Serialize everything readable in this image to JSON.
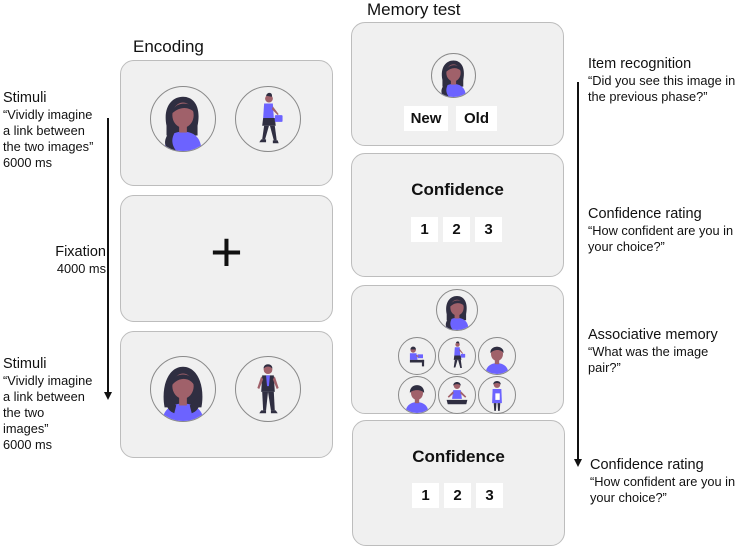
{
  "headings": {
    "encoding": "Encoding",
    "memory_test": "Memory test"
  },
  "left_labels": {
    "stimuli1": {
      "title": "Stimuli",
      "lines": [
        "“Vividly imagine",
        "a link between",
        "the two images”",
        "6000 ms"
      ]
    },
    "fixation": {
      "title": "Fixation",
      "lines": [
        "4000 ms"
      ]
    },
    "stimuli2": {
      "title": "Stimuli",
      "lines": [
        "“Vividly imagine",
        "a link between",
        "the two",
        "images”",
        "6000 ms"
      ]
    }
  },
  "fixation_symbol": "+",
  "memory_test": {
    "recognition_buttons": [
      "New",
      "Old"
    ],
    "confidence_title": "Confidence",
    "confidence_options": [
      "1",
      "2",
      "3"
    ]
  },
  "right_labels": {
    "item_recognition": {
      "title": "Item recognition",
      "lines": [
        "“Did you see this image in",
        "the previous phase?”"
      ]
    },
    "confidence1": {
      "title": "Confidence rating",
      "lines": [
        "“How confident are you in",
        "your choice?”"
      ]
    },
    "associative": {
      "title": "Associative memory",
      "lines": [
        "“What was the image",
        "pair?”"
      ]
    },
    "confidence2": {
      "title": "Confidence rating",
      "lines": [
        "“How confident are you in",
        "your choice?”"
      ]
    }
  },
  "colors": {
    "accent": "#6c63ff",
    "skin": "#a0616a",
    "hair": "#2f2e41",
    "panel": "#f0f0f0",
    "border": "#bdbdbd"
  }
}
